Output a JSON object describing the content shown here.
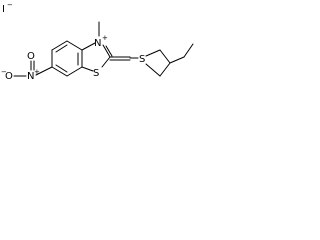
{
  "structure": {
    "counterion": {
      "element": "I",
      "charge": "−"
    },
    "ring_n": {
      "element": "N",
      "charge": "+"
    },
    "ring_s": {
      "element": "S"
    },
    "chain_s": {
      "element": "S"
    },
    "nitro_o_top": {
      "element": "O"
    },
    "nitro_n": {
      "element": "N",
      "charge": "+"
    },
    "nitro_o_left": {
      "element": "O",
      "charge": "−"
    }
  }
}
